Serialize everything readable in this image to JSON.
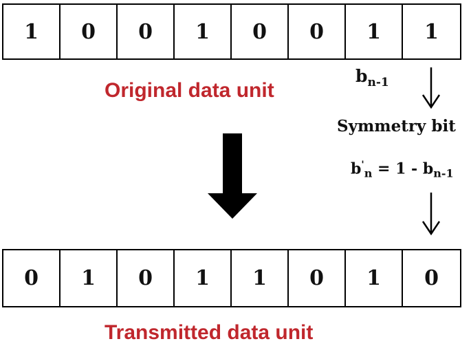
{
  "original": {
    "bits": [
      "1",
      "0",
      "0",
      "1",
      "0",
      "0",
      "1",
      "1"
    ],
    "label": "Original data unit"
  },
  "transmitted": {
    "bits": [
      "0",
      "1",
      "0",
      "1",
      "1",
      "0",
      "1",
      "0"
    ],
    "label": "Transmitted data unit"
  },
  "annotations": {
    "last_bit_base": "b",
    "last_bit_sub": "n-1",
    "symmetry_bit": "Symmetry bit",
    "formula_b": "b",
    "formula_prime": "'",
    "formula_n": "n",
    "formula_mid": " = 1 - b",
    "formula_sub": "n-1"
  },
  "colors": {
    "caption": "#c0272d",
    "stroke": "#000000"
  }
}
